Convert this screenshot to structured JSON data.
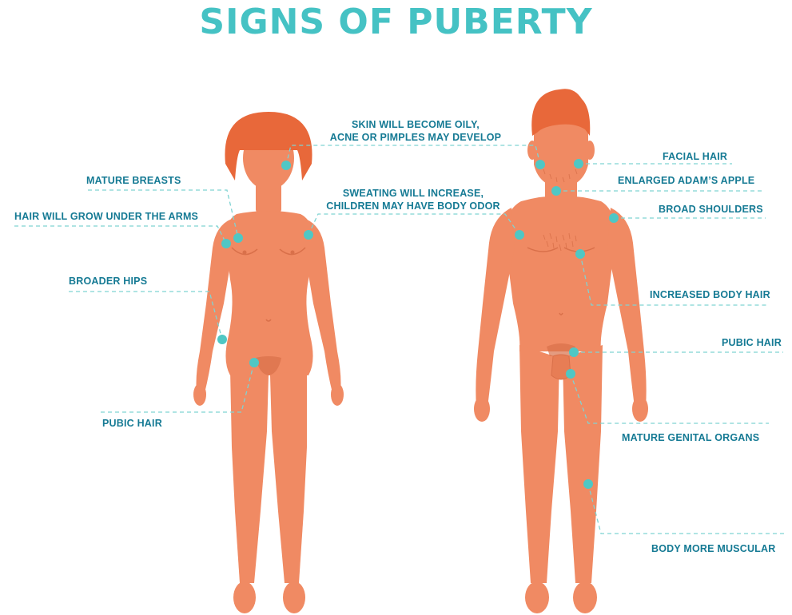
{
  "title": "SIGNS OF PUBERTY",
  "colors": {
    "title": "#45c2c4",
    "label": "#157a94",
    "skin": "#f08a63",
    "hair": "#e8683a",
    "marker": "#4fc7c4",
    "line": "#7fd3d2"
  },
  "shared_labels": {
    "skin_oily_line1": "SKIN WILL BECOME OILY,",
    "skin_oily_line2": "ACNE OR PIMPLES MAY DEVELOP",
    "sweating_line1": "SWEATING WILL INCREASE,",
    "sweating_line2": "CHILDREN MAY HAVE BODY ODOR"
  },
  "female_labels": {
    "mature_breasts": "MATURE BREASTS",
    "underarm_hair": "HAIR WILL GROW UNDER THE ARMS",
    "broader_hips": "BROADER HIPS",
    "pubic_hair": "PUBIC HAIR"
  },
  "male_labels": {
    "facial_hair": "FACIAL HAIR",
    "adams_apple": "ENLARGED ADAM’S APPLE",
    "broad_shoulders": "BROAD SHOULDERS",
    "body_hair": "INCREASED BODY HAIR",
    "pubic_hair": "PUBIC HAIR",
    "genital_organs": "MATURE GENITAL ORGANS",
    "muscular": "BODY MORE MUSCULAR"
  }
}
